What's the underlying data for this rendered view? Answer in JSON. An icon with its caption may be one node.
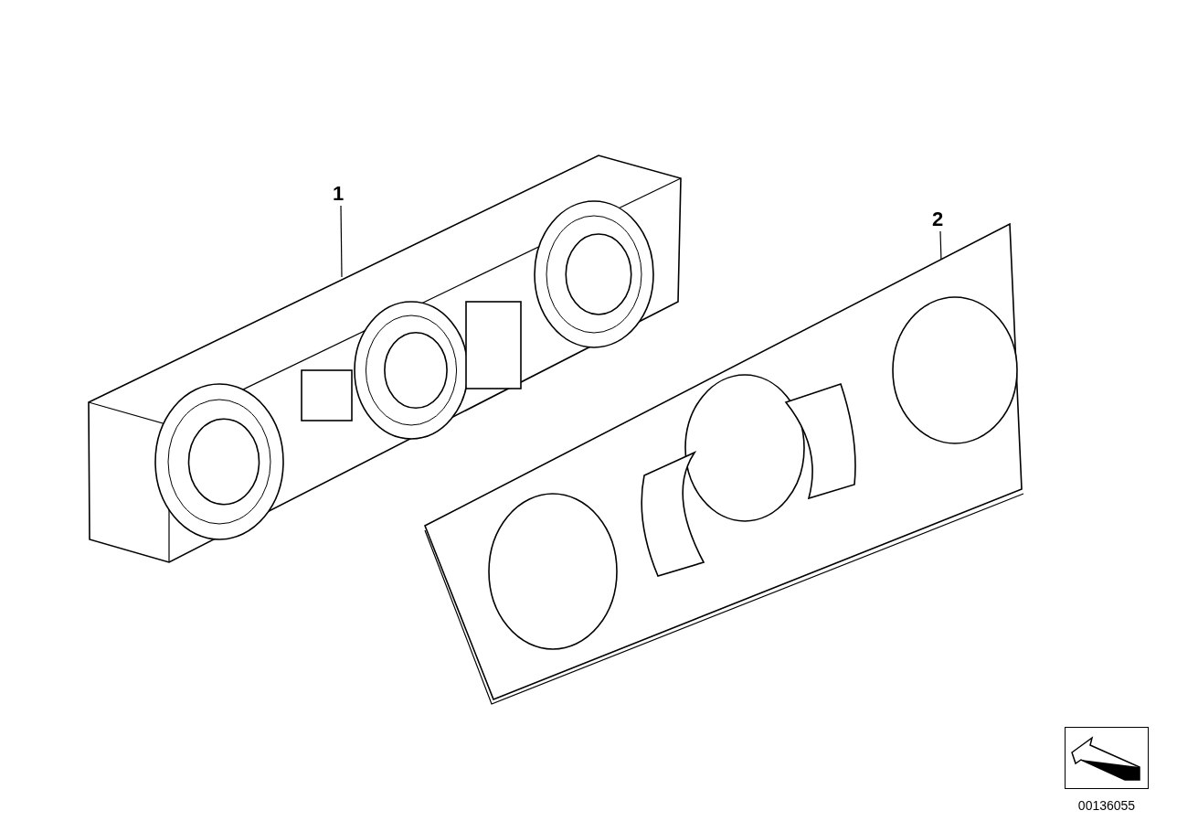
{
  "diagram": {
    "nodes": [
      {
        "text": [
          "1"
        ]
      },
      {
        "text": [],
        "shape": "picture"
      },
      {
        "text": [
          "2"
        ]
      },
      {
        "text": [],
        "shape": "picture"
      }
    ],
    "edges": [
      {
        "from": 0,
        "to": 1,
        "arrow": "none"
      },
      {
        "from": 2,
        "to": 3,
        "arrow": "none"
      }
    ],
    "labels": [
      "00136055"
    ]
  }
}
